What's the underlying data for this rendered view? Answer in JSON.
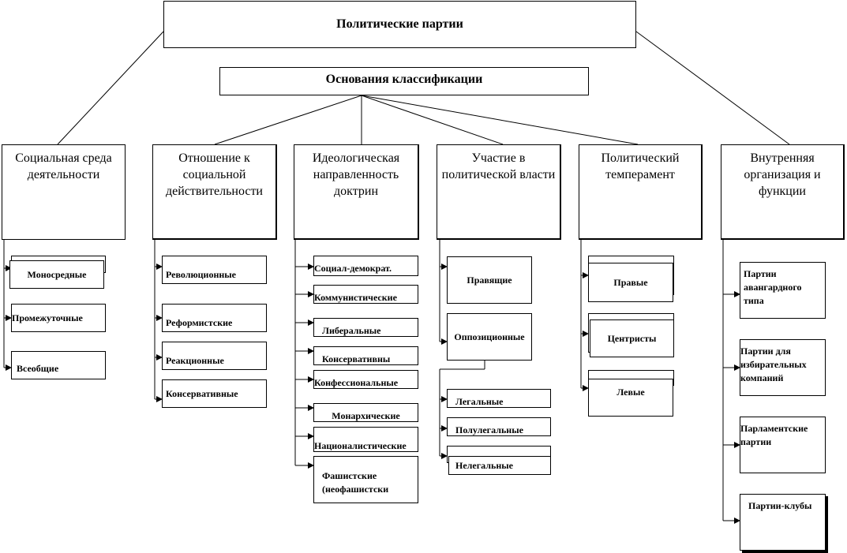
{
  "title": "Политические партии",
  "subtitle": "Основания классификации",
  "categories": [
    {
      "label": "Социальная среда деятельности",
      "items": [
        "Моносредные",
        "Промежуточные",
        "Всеобщие"
      ]
    },
    {
      "label": "Отношение к социальной действительности",
      "items": [
        "Революционные",
        "Реформистские",
        "Реакционные",
        "Консервативные"
      ]
    },
    {
      "label": "Идеологическая направленность доктрин",
      "items": [
        "Социал-демократ.",
        "Коммунистические",
        "Либеральные",
        "Консервативны",
        "Конфессиональные",
        "Монархические",
        "Националистические",
        "Фашистские (неофашистски"
      ]
    },
    {
      "label": "Участие в политической власти",
      "items": [
        "Правящие",
        "Оппозиционные"
      ],
      "subitems": [
        "Легальные",
        "Полулегальные",
        "Нелегальные"
      ]
    },
    {
      "label": "Политический темперамент",
      "items": [
        "Правые",
        "Центристы",
        "Левые"
      ]
    },
    {
      "label": "Внутренняя организация и функции",
      "items": [
        "Партии авангардного типа",
        "Партии для избирательных компаний",
        "Парламентские партии",
        "Партии-клубы"
      ]
    }
  ]
}
